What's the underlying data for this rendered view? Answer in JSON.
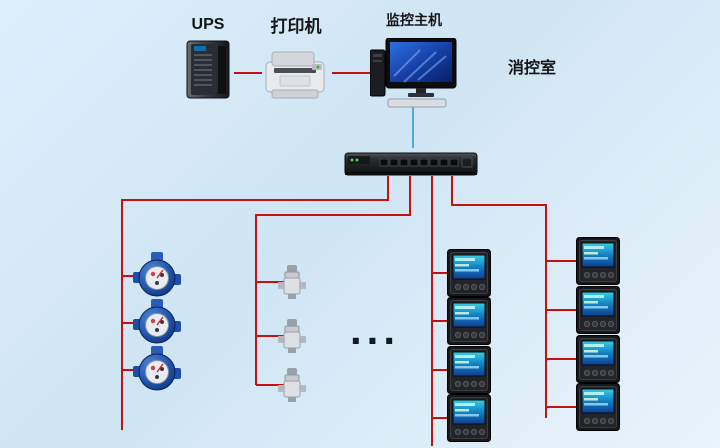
{
  "scene": {
    "type": "system-topology-diagram",
    "background_top": "#ddeefa",
    "background_bottom": "#e9f4fb",
    "wire_color": "#c41212",
    "uplink_color": "#52a8dc"
  },
  "labels": {
    "ups": "UPS",
    "printer": "打印机",
    "monitor_host": "监控主机",
    "control_room": "消控室",
    "ellipsis": "..."
  },
  "nodes": [
    {
      "id": "ups",
      "type": "ups-tower",
      "label": "UPS"
    },
    {
      "id": "printer",
      "type": "laser-printer",
      "label": "打印机"
    },
    {
      "id": "monitor-host",
      "type": "desktop-computer-with-monitor",
      "label": "监控主机"
    },
    {
      "id": "control-room",
      "type": "room-label",
      "label": "消控室"
    },
    {
      "id": "collector-switch",
      "type": "rack-switch-data-collector"
    },
    {
      "id": "water-meter-group",
      "type": "water-meter",
      "count": 3
    },
    {
      "id": "flow-sensor-group",
      "type": "flow-sensor",
      "count": 3
    },
    {
      "id": "meter-column-1",
      "type": "digital-power-meter",
      "count": 4
    },
    {
      "id": "meter-column-2",
      "type": "digital-power-meter",
      "count": 4
    }
  ],
  "connections": [
    {
      "from": "ups",
      "to": "printer",
      "color": "#c41212"
    },
    {
      "from": "printer",
      "to": "monitor-host",
      "color": "#c41212"
    },
    {
      "from": "monitor-host",
      "to": "collector-switch",
      "color": "#52a8dc"
    },
    {
      "from": "collector-switch",
      "to": "water-meter-group",
      "color": "#c41212"
    },
    {
      "from": "collector-switch",
      "to": "flow-sensor-group",
      "color": "#c41212"
    },
    {
      "from": "collector-switch",
      "to": "meter-column-1",
      "color": "#c41212"
    },
    {
      "from": "collector-switch",
      "to": "meter-column-2",
      "color": "#c41212"
    }
  ]
}
